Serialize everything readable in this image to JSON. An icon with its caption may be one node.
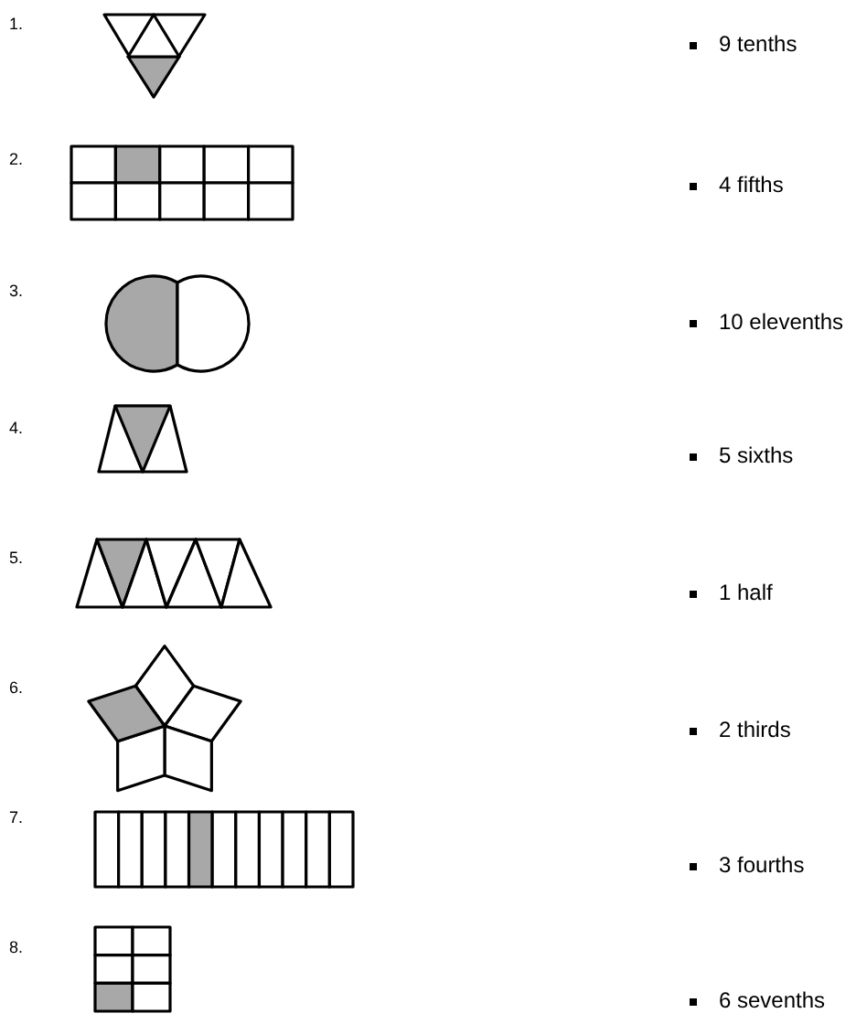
{
  "diagram": {
    "labels": [
      "1.",
      "9 tenths",
      "2.",
      "4 fifths",
      "3.",
      "10 elevenths",
      "4.",
      "5 sixths",
      "5.",
      "1 half",
      "6.",
      "2 thirds",
      "7.",
      "3 fourths",
      "8.",
      "6 sevenths"
    ]
  }
}
